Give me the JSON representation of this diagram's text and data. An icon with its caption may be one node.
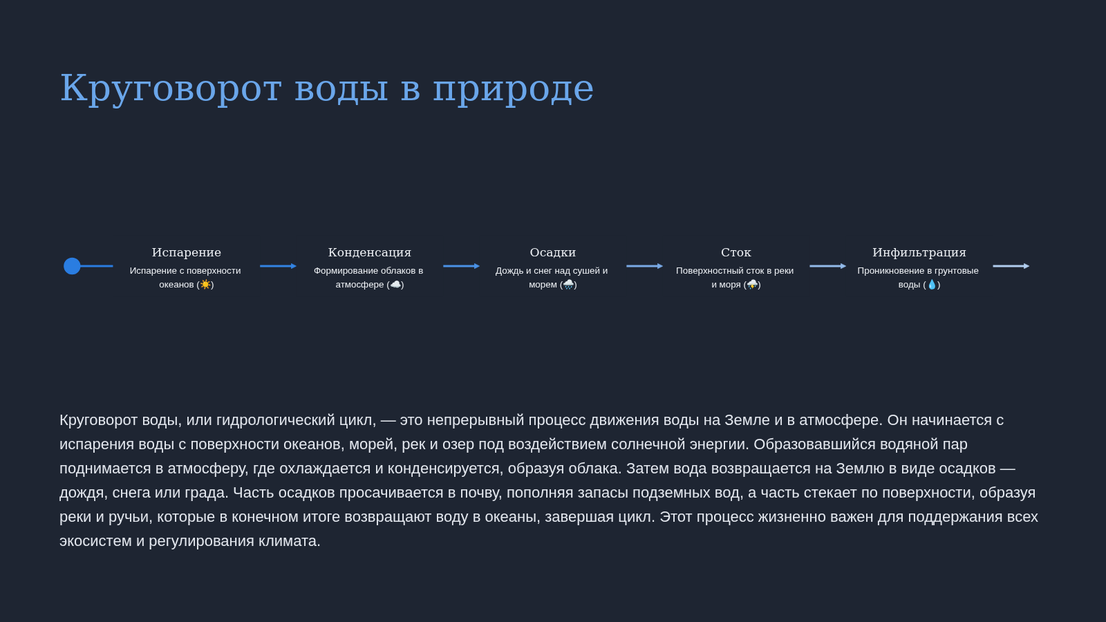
{
  "diagram": {
    "title": "Круговорот воды в природе",
    "nodes": [
      {
        "text": [],
        "shape": "circle"
      },
      {
        "text": [
          "Испарение",
          "Испарение с поверхности океанов (☀️)"
        ]
      },
      {
        "text": [
          "Конденсация",
          "Формирование облаков в атмосфере (☁️)"
        ]
      },
      {
        "text": [
          "Осадки",
          "Дождь и снег над сушей и морем (🌧️)"
        ]
      },
      {
        "text": [
          "Сток",
          "Поверхностный сток в реки и моря (⛈️)"
        ]
      },
      {
        "text": [
          "Инфильтрация",
          "Проникновение в грунтовые воды (💧)"
        ]
      }
    ],
    "edges": [
      {
        "from": 0,
        "to": 1,
        "arrow": "none",
        "color": "#2a7de1"
      },
      {
        "from": 1,
        "to": 2,
        "arrow": "to",
        "color": "#3384e3"
      },
      {
        "from": 2,
        "to": 3,
        "arrow": "to",
        "color": "#4a92e6"
      },
      {
        "from": 3,
        "to": 4,
        "arrow": "to",
        "color": "#7aaae6"
      },
      {
        "from": 4,
        "to": 5,
        "arrow": "to",
        "color": "#93bbea"
      },
      {
        "from": 5,
        "to": null,
        "arrow": "to",
        "color": "#b1cdee"
      }
    ],
    "caption": "Круговорот воды, или гидрологический цикл, — это непрерывный процесс движения воды на Земле и в атмосфере. Он начинается с испарения воды с поверхности океанов, морей, рек и озер под воздействием солнечной энергии. Образовавшийся водяной пар поднимается в атмосферу, где охлаждается и конденсируется, образуя облака. Затем вода возвращается на Землю в виде осадков — дождя, снега или града. Часть осадков просачивается в почву, пополняя запасы подземных вод, а часть стекает по поверхности, образуя реки и ручьи, которые в конечном итоге возвращают воду в океаны, завершая цикл. Этот процесс жизненно важен для поддержания всех экосистем и регулирования климата."
  }
}
